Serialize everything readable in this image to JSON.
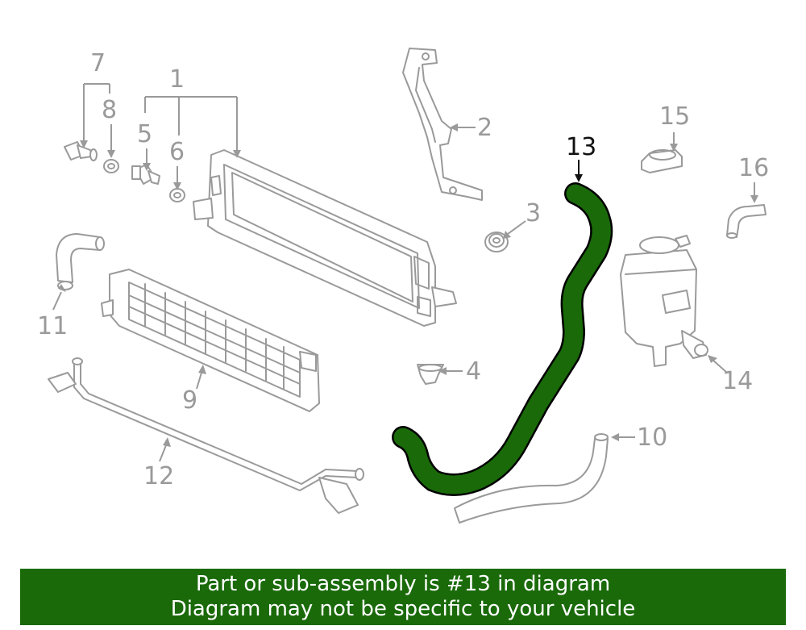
{
  "callouts": {
    "c1": "1",
    "c2": "2",
    "c3": "3",
    "c4": "4",
    "c5": "5",
    "c6": "6",
    "c7": "7",
    "c8": "8",
    "c9": "9",
    "c10": "10",
    "c11": "11",
    "c12": "12",
    "c13": "13",
    "c14": "14",
    "c15": "15",
    "c16": "16"
  },
  "banner": {
    "line1": "Part or sub-assembly is #13 in diagram",
    "line2": "Diagram may not be specific to your vehicle"
  },
  "colors": {
    "highlight": "#1a6a0a",
    "parts": "#9a9a9a",
    "banner_bg": "#1a6a0a",
    "banner_text": "#ffffff"
  }
}
